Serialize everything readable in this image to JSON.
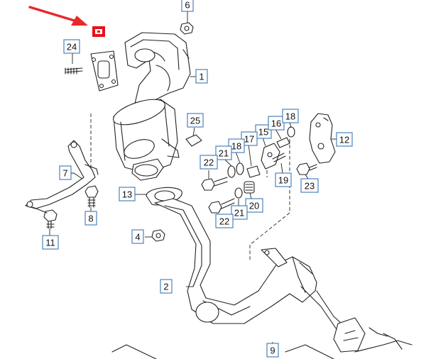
{
  "callouts": [
    {
      "id": "c1",
      "label": "1"
    },
    {
      "id": "c2",
      "label": "2"
    },
    {
      "id": "c4",
      "label": "4"
    },
    {
      "id": "c6",
      "label": "6"
    },
    {
      "id": "c7",
      "label": "7"
    },
    {
      "id": "c8",
      "label": "8"
    },
    {
      "id": "c9",
      "label": "9"
    },
    {
      "id": "c11",
      "label": "11"
    },
    {
      "id": "c12",
      "label": "12"
    },
    {
      "id": "c13",
      "label": "13"
    },
    {
      "id": "c15",
      "label": "15"
    },
    {
      "id": "c16",
      "label": "16"
    },
    {
      "id": "c17",
      "label": "17"
    },
    {
      "id": "c18a",
      "label": "18"
    },
    {
      "id": "c18b",
      "label": "18"
    },
    {
      "id": "c19",
      "label": "19"
    },
    {
      "id": "c20",
      "label": "20"
    },
    {
      "id": "c21a",
      "label": "21"
    },
    {
      "id": "c21b",
      "label": "21"
    },
    {
      "id": "c22a",
      "label": "22"
    },
    {
      "id": "c22b",
      "label": "22"
    },
    {
      "id": "c23",
      "label": "23"
    },
    {
      "id": "c24",
      "label": "24"
    },
    {
      "id": "c25",
      "label": "25"
    }
  ],
  "colors": {
    "callout_border": "#3a78b8",
    "arrow": "#e8282a",
    "highlight": "#e8101a",
    "line": "#222222"
  },
  "icons": {
    "pointer": "red-arrow-icon",
    "highlight": "red-marker-icon"
  }
}
